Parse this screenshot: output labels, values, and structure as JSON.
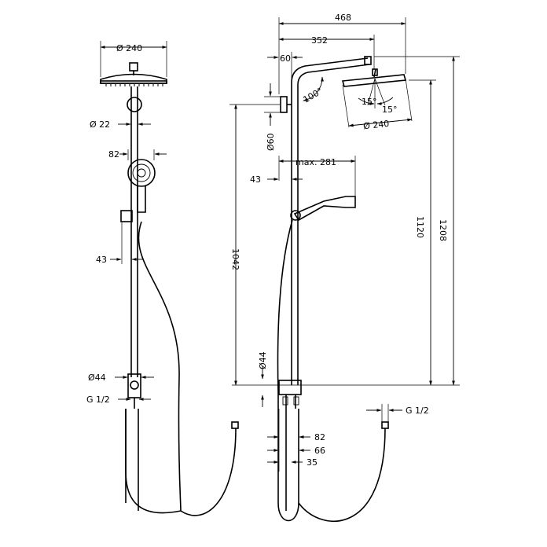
{
  "left_view": {
    "head_diameter": "Ø 240",
    "tube_diameter": "Ø 22",
    "hand_shower_width": "82",
    "slider_offset": "43",
    "mixer_diameter": "Ø44",
    "connection_thread": "G 1/2"
  },
  "right_view": {
    "arm_reach": "468",
    "arm_center": "352",
    "wall_offset": "60",
    "arm_angle": "100°",
    "head_diameter": "Ø 240",
    "tilt_left": "15°",
    "tilt_right": "15°",
    "bracket_diameter": "Ø60",
    "max_reach": "max. 281",
    "wall_gap": "43",
    "outlet_height": "1120",
    "total_height": "1208",
    "bracket_height": "1042",
    "mixer_diameter": "Ø44",
    "bottom_82": "82",
    "bottom_66": "66",
    "bottom_35": "35",
    "hose_thread": "G 1/2"
  }
}
